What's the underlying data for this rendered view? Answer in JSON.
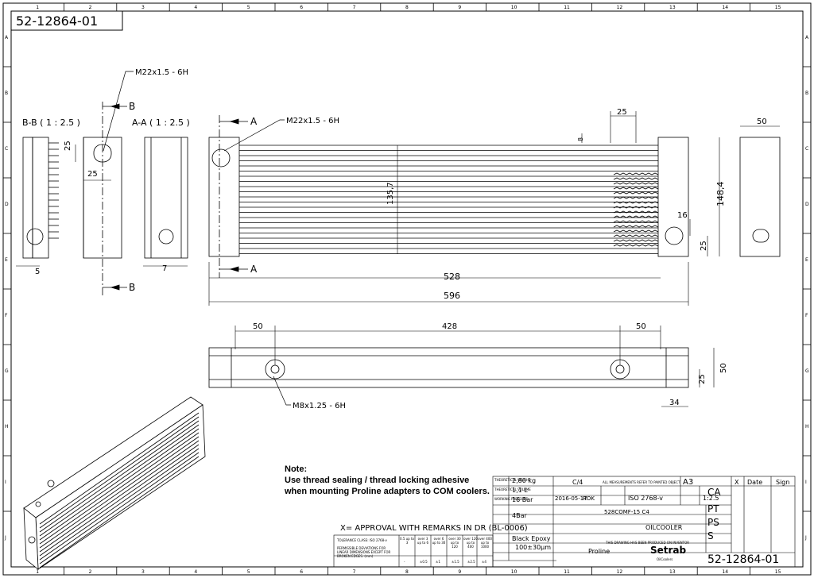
{
  "drawing_number_top": "52-12864-01",
  "border": {
    "columns": [
      "1",
      "2",
      "3",
      "4",
      "5",
      "6",
      "7",
      "8",
      "9",
      "10",
      "11",
      "12",
      "13",
      "14",
      "15"
    ],
    "rows": [
      "A",
      "B",
      "C",
      "D",
      "E",
      "F",
      "G",
      "H",
      "I",
      "J"
    ]
  },
  "views": {
    "section_bb_label": "B-B ( 1 : 2.5 )",
    "section_aa_label": "A-A ( 1 : 2.5 )",
    "cut_b_top": "B",
    "cut_b_bottom": "B",
    "cut_a_top": "A",
    "cut_a_bottom": "A",
    "thread_callout_1": "M22x1.5 - 6H",
    "thread_callout_2": "M22x1.5 - 6H",
    "thread_callout_3": "M8x1.25 - 6H"
  },
  "dimensions": {
    "d25_section": "25",
    "d25_section_b": "25",
    "d5": "5",
    "d7": "7",
    "d25_top": "25",
    "d8": "8",
    "d135_7": "135,7",
    "d16": "16",
    "d148_4": "148,4",
    "d25_right": "25",
    "d50_side": "50",
    "d528": "528",
    "d596": "596",
    "d50_left": "50",
    "d428": "428",
    "d50_right": "50",
    "d25_lower": "25",
    "d50_lower": "50",
    "d34": "34"
  },
  "note": {
    "title": "Note:",
    "line1": "Use thread sealing / thread locking adhesive",
    "line2": "when mounting Proline adapters to COM coolers."
  },
  "approval": "X= APPROVAL WITH REMARKS IN DR (BL-0006)",
  "tolerance": {
    "class_label": "TOLERANCE CLASS: ISO 2768-v",
    "desc": "PERMISSIBLE DEVIATIONS FOR LINEAR DIMENSIONS EXCEPT FOR BROKEN EDGES. (mm)",
    "ranges": [
      "0.5 up to 3",
      "over 3 up to 6",
      "over 6 up to 30",
      "over 30 up to 120",
      "over 120 up to 400",
      "over 400 up to 1000"
    ],
    "values": [
      "-",
      "±0.5",
      "±1",
      "±1.5",
      "±2.5",
      "±4"
    ]
  },
  "title_block": {
    "weight_label": "THEORETICAL WEIGHT",
    "weight": "2,80 kg",
    "volume_label": "THEORETICAL VOLUME",
    "volume": "1,1 L",
    "working_pressure_label": "WORKING PRESSURE",
    "working_pressure": "16 Bar",
    "test_pressure": "4Bar",
    "paint": "Black Epoxy",
    "paint_thickness": "100±30µm",
    "size_code": "C/4",
    "measurement_note": "ALL MEASUREMENTS REFER TO PAINTED OBJECT",
    "sheet_size": "A3",
    "date_drawn": "2016-05-17",
    "drawn_by": "ROK",
    "standard": "ISO 2768-v",
    "scale": "1:2.5",
    "model": "528COMF-15 C4",
    "product": "OILCOOLER",
    "series": "Proline",
    "copyright": "THIS DRAWING HAS BEEN PRODUCED ON INVENTOR",
    "code_ca": "CA",
    "code_pt": "PT",
    "code_ps": "PS",
    "code_s": "S",
    "brand": "Setrab",
    "brand_sub": "OilCoolers",
    "drawing_number": "52-12864-01",
    "rev_header_x": "X",
    "rev_header_date": "Date",
    "rev_header_sign": "Sign"
  }
}
